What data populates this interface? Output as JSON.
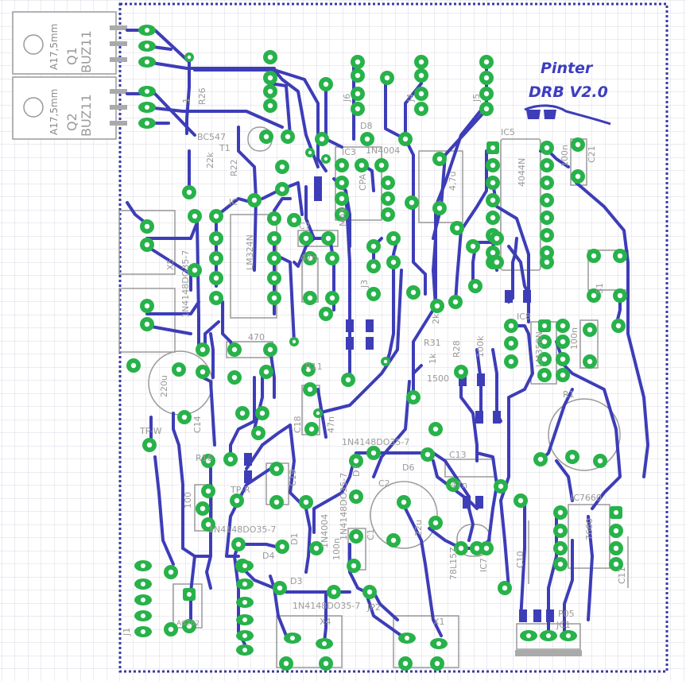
{
  "board": {
    "brand_line1": "Pinter",
    "brand_line2": "DRB V2.0",
    "colors": {
      "trace": "#3d3db8",
      "pad": "#27b24a",
      "silk": "#9a9a9a",
      "grid": "#d8d8e6",
      "outline": "#3a3aa0"
    }
  },
  "transistors": [
    {
      "ref": "Q1",
      "part": "BUZ11",
      "pkg": "A17,5mm"
    },
    {
      "ref": "Q2",
      "part": "BUZ11",
      "pkg": "A17,5mm"
    }
  ],
  "labels": [
    {
      "id": "r26",
      "text": "R26"
    },
    {
      "id": "r26v",
      "text": "1"
    },
    {
      "id": "bc547",
      "text": "BC547"
    },
    {
      "id": "t1",
      "text": "T1"
    },
    {
      "id": "r22",
      "text": "R22"
    },
    {
      "id": "r22v",
      "text": "22k"
    },
    {
      "id": "j6",
      "text": "J6"
    },
    {
      "id": "j4",
      "text": "J4"
    },
    {
      "id": "j5",
      "text": "J5"
    },
    {
      "id": "d8",
      "text": "D8"
    },
    {
      "id": "ic3",
      "text": "IC3"
    },
    {
      "id": "d8part",
      "text": "1N4004"
    },
    {
      "id": "max",
      "text": "MAX"
    },
    {
      "id": "cpa",
      "text": "CPA"
    },
    {
      "id": "c47u",
      "text": "4,7u"
    },
    {
      "id": "ic5",
      "text": "IC5"
    },
    {
      "id": "ic5part",
      "text": "4044N"
    },
    {
      "id": "c100n1",
      "text": "100n"
    },
    {
      "id": "c21",
      "text": "C21"
    },
    {
      "id": "ic",
      "text": "IC"
    },
    {
      "id": "lm324",
      "text": "LM324N"
    },
    {
      "id": "c7",
      "text": "C7"
    },
    {
      "id": "c47n1",
      "text": "47n"
    },
    {
      "id": "j3",
      "text": "J3"
    },
    {
      "id": "x5",
      "text": "X5"
    },
    {
      "id": "d35",
      "text": "1N4148DO35-7"
    },
    {
      "id": "s1",
      "text": "S1"
    },
    {
      "id": "r31",
      "text": "R31"
    },
    {
      "id": "r2k",
      "text": "2k"
    },
    {
      "id": "r28",
      "text": "R28"
    },
    {
      "id": "r100k",
      "text": "100k"
    },
    {
      "id": "r1k",
      "text": "1k"
    },
    {
      "id": "r1500",
      "text": "1500"
    },
    {
      "id": "ic8",
      "text": "IC8"
    },
    {
      "id": "lm",
      "text": "LM358N"
    },
    {
      "id": "c100n2",
      "text": "100n"
    },
    {
      "id": "c470",
      "text": "470"
    },
    {
      "id": "r11",
      "text": "R11"
    },
    {
      "id": "c220u",
      "text": "220u"
    },
    {
      "id": "c14",
      "text": "C14"
    },
    {
      "id": "r1",
      "text": "R1"
    },
    {
      "id": "tpw",
      "text": "TP-W"
    },
    {
      "id": "c18",
      "text": "C18"
    },
    {
      "id": "c47n2",
      "text": "47n"
    },
    {
      "id": "d6",
      "text": "D6"
    },
    {
      "id": "d6part",
      "text": "1N4148DO35-7"
    },
    {
      "id": "c13",
      "text": "C13"
    },
    {
      "id": "c47n3",
      "text": "47n"
    },
    {
      "id": "r16",
      "text": "R16"
    },
    {
      "id": "c19",
      "text": "C19"
    },
    {
      "id": "d7",
      "text": "D7"
    },
    {
      "id": "d7part",
      "text": "1N4148DO35-7"
    },
    {
      "id": "c2",
      "text": "C2"
    },
    {
      "id": "c22u",
      "text": "22u"
    },
    {
      "id": "ic7660",
      "text": "IC7660"
    },
    {
      "id": "ic7660b",
      "text": "7660"
    },
    {
      "id": "r100",
      "text": "100"
    },
    {
      "id": "tpr",
      "text": "TP-R"
    },
    {
      "id": "d5",
      "text": "1N4148DO35-7"
    },
    {
      "id": "d4",
      "text": "D4"
    },
    {
      "id": "d1",
      "text": "D1"
    },
    {
      "id": "d1part",
      "text": "1N4004"
    },
    {
      "id": "c100n3",
      "text": "100n"
    },
    {
      "id": "c1",
      "text": "C1"
    },
    {
      "id": "ic7",
      "text": "IC7"
    },
    {
      "id": "l78",
      "text": "78L15Z"
    },
    {
      "id": "c10",
      "text": "C10"
    },
    {
      "id": "c11",
      "text": "C11"
    },
    {
      "id": "d3",
      "text": "D3"
    },
    {
      "id": "d3part",
      "text": "1N4148DO35-7"
    },
    {
      "id": "jp2",
      "text": "JP2"
    },
    {
      "id": "x4",
      "text": "X4"
    },
    {
      "id": "x1",
      "text": "X1"
    },
    {
      "id": "p05",
      "text": "P05"
    },
    {
      "id": "jc1",
      "text": "JC1"
    },
    {
      "id": "a6262",
      "text": "A6262"
    },
    {
      "id": "j1",
      "text": "J1"
    }
  ]
}
